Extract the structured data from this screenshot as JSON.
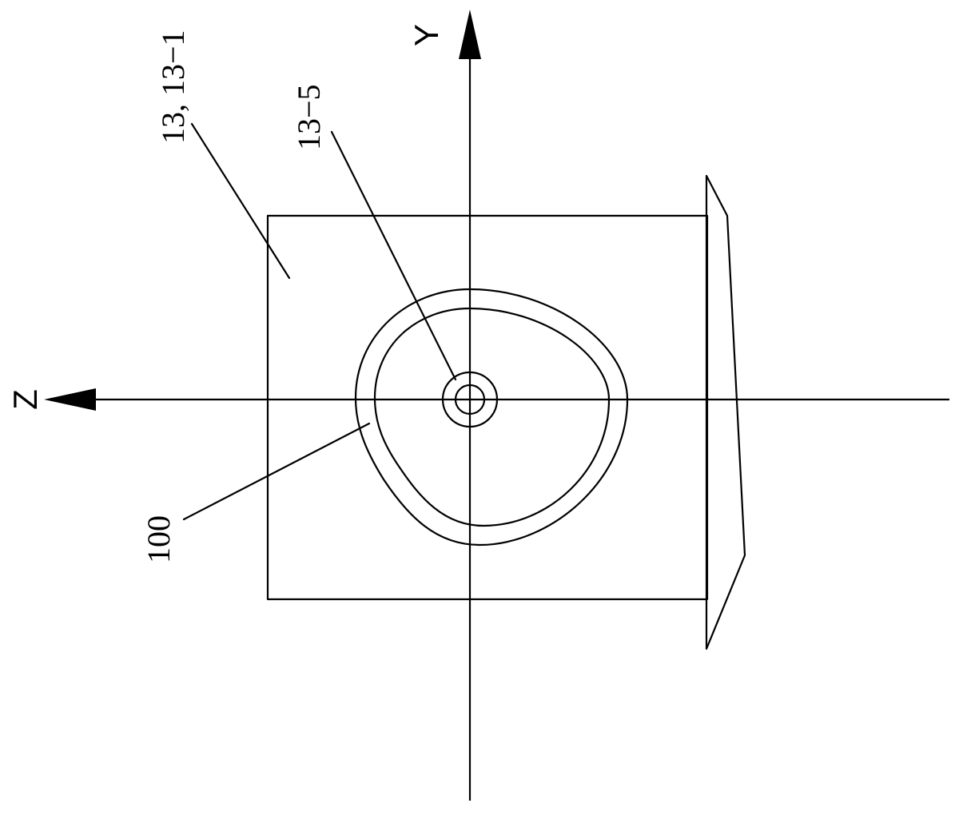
{
  "axes": {
    "y_label": "Y",
    "z_label": "Z"
  },
  "labels": {
    "plate": "13, 13−1",
    "center_hole": "13−5",
    "contour": "100"
  },
  "colors": {
    "stroke": "#000000",
    "background": "#ffffff"
  }
}
